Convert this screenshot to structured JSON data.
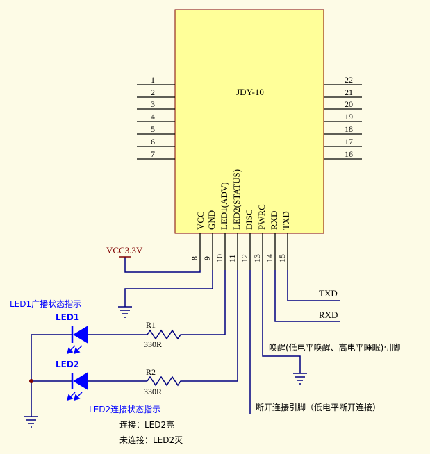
{
  "chip": {
    "name": "JDY-10",
    "fill": "#ffff99",
    "left_pins": [
      "1",
      "2",
      "3",
      "4",
      "5",
      "6",
      "7"
    ],
    "right_pins": [
      "22",
      "21",
      "20",
      "19",
      "18",
      "17",
      "16"
    ],
    "bottom_pin_numbers": [
      "8",
      "9",
      "10",
      "11",
      "12",
      "13",
      "14",
      "15"
    ],
    "bottom_pin_names": [
      "VCC",
      "GND",
      "LED1(ADV)",
      "LED2(STATUS)",
      "DISC",
      "PWRC",
      "RXD",
      "TXD"
    ]
  },
  "power": {
    "vcc_label": "VCC3.3V"
  },
  "nets": {
    "txd": "TXD",
    "rxd": "RXD"
  },
  "led1": {
    "caption": "LED1广播状态指示",
    "ref": "LED1"
  },
  "led2": {
    "caption": "LED2连接状态指示",
    "ref": "LED2",
    "connected": "连接：LED2亮",
    "disconnected": "未连接：LED2灭"
  },
  "resistors": [
    {
      "ref": "R1",
      "value": "330R"
    },
    {
      "ref": "R2",
      "value": "330R"
    }
  ],
  "notes": {
    "pwrc": "唤醒(低电平唤醒、高电平睡眠)引脚",
    "disc": "断开连接引脚（低电平断开连接）"
  },
  "colors": {
    "background": "#fdfbe6",
    "wire": "#000080",
    "component": "#0000ff",
    "power_label": "#800000",
    "text": "#000000"
  }
}
